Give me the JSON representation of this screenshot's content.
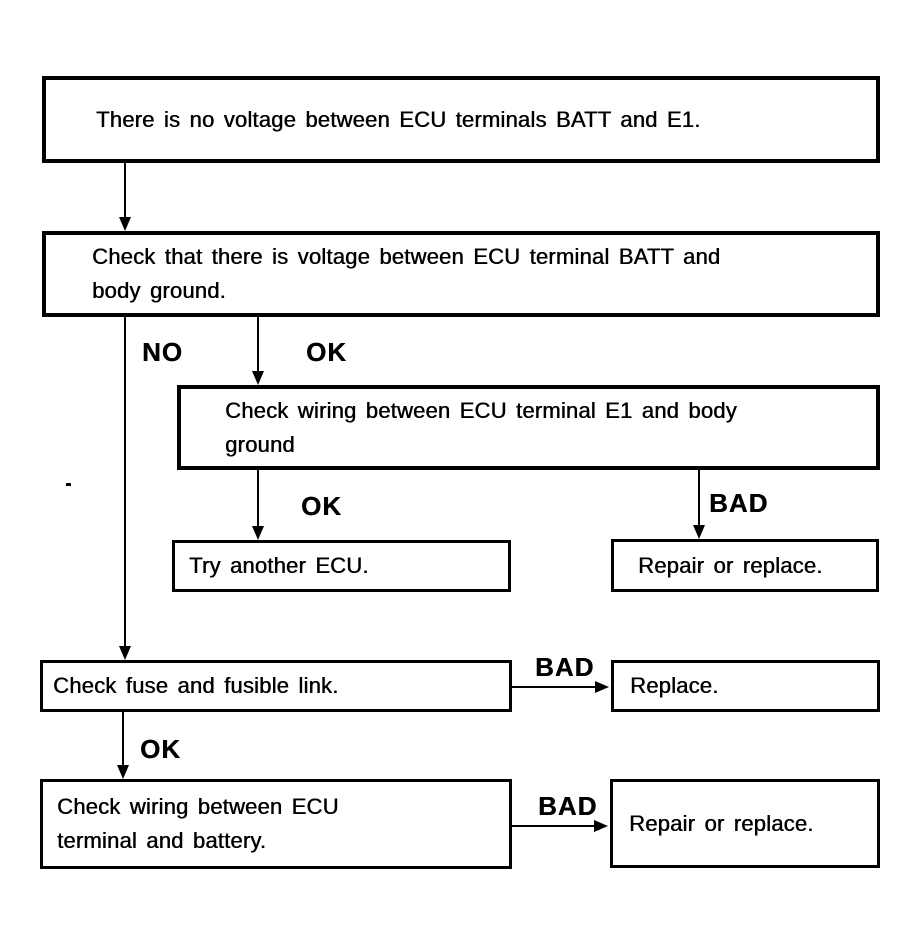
{
  "diagram": {
    "type": "troubleshooting-flowchart",
    "ink_color": "#000000",
    "background_color": "#ffffff"
  },
  "nodes": {
    "problem": {
      "text": "There is no voltage between ECU terminals BATT and E1."
    },
    "check_voltage": {
      "text": "Check that there is voltage between ECU terminal BATT and\nbody ground."
    },
    "check_wiring_e1": {
      "text": "Check wiring between ECU terminal E1 and body\nground"
    },
    "try_another_ecu": {
      "text": "Try another ECU."
    },
    "repair_top": {
      "text": "Repair or replace."
    },
    "check_fuse": {
      "text": "Check fuse and fusible link."
    },
    "replace": {
      "text": "Replace."
    },
    "check_wiring_battery": {
      "text": "Check wiring between ECU\nterminal and battery."
    },
    "repair_bottom": {
      "text": "Repair or replace."
    }
  },
  "edges": [
    {
      "from": "problem",
      "to": "check_voltage",
      "label": ""
    },
    {
      "from": "check_voltage",
      "to": "check_fuse",
      "label": "NO"
    },
    {
      "from": "check_voltage",
      "to": "check_wiring_e1",
      "label": "OK"
    },
    {
      "from": "check_wiring_e1",
      "to": "try_another_ecu",
      "label": "OK"
    },
    {
      "from": "check_wiring_e1",
      "to": "repair_top",
      "label": "BAD"
    },
    {
      "from": "check_fuse",
      "to": "replace",
      "label": "BAD"
    },
    {
      "from": "check_fuse",
      "to": "check_wiring_battery",
      "label": "OK"
    },
    {
      "from": "check_wiring_battery",
      "to": "repair_bottom",
      "label": "BAD"
    }
  ]
}
